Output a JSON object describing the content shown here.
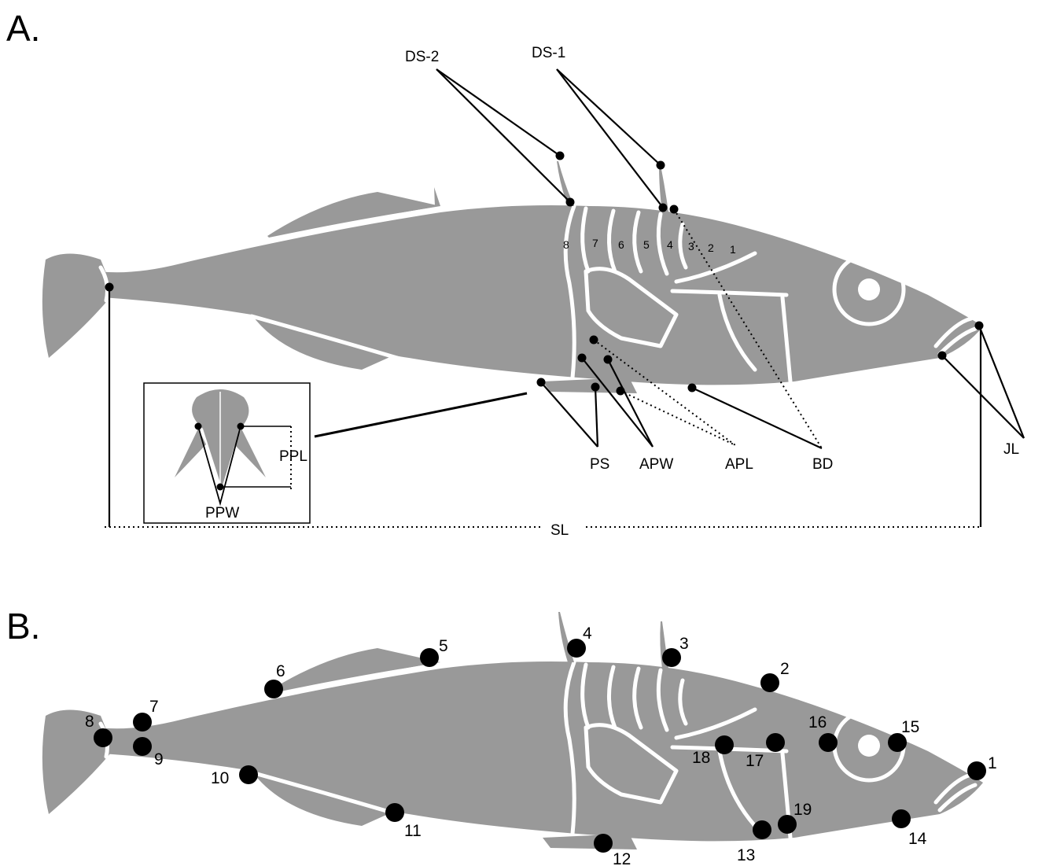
{
  "panels": {
    "a": {
      "letter": "A."
    },
    "b": {
      "letter": "B."
    }
  },
  "plates": [
    "1",
    "2",
    "3",
    "4",
    "5",
    "6",
    "7",
    "8"
  ],
  "traits": {
    "ds2": "DS-2",
    "ds1": "DS-1",
    "ppl": "PPL",
    "ppw": "PPW",
    "ps": "PS",
    "apw": "APW",
    "apl": "APL",
    "bd": "BD",
    "jl": "JL",
    "sl": "SL"
  },
  "landmarks": [
    "1",
    "2",
    "3",
    "4",
    "5",
    "6",
    "7",
    "8",
    "9",
    "10",
    "11",
    "12",
    "13",
    "14",
    "15",
    "16",
    "17",
    "18",
    "19"
  ],
  "colors": {
    "body": "#999999",
    "lines": "#ffffff",
    "ink": "#000000"
  }
}
